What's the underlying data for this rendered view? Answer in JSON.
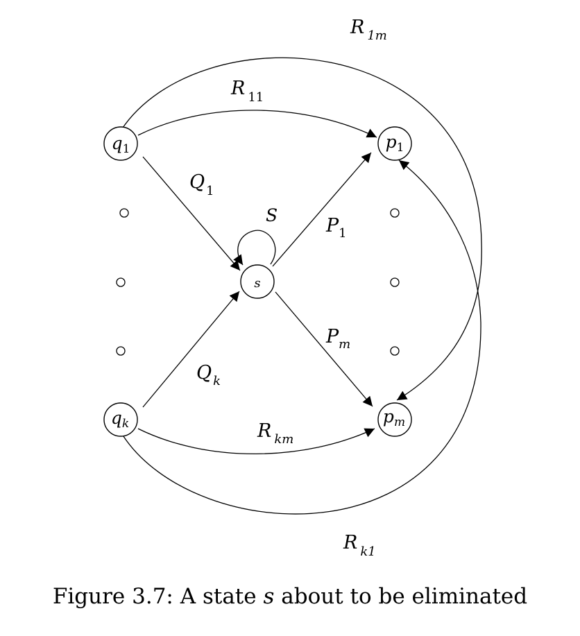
{
  "nodes": {
    "q1": {
      "base": "q",
      "sub": "1"
    },
    "qk": {
      "base": "q",
      "sub": "k"
    },
    "p1": {
      "base": "p",
      "sub": "1"
    },
    "pm": {
      "base": "p",
      "sub": "m"
    },
    "s": {
      "label": "s"
    }
  },
  "edges": {
    "R1m": {
      "base": "R",
      "sub": "1m"
    },
    "R11": {
      "base": "R",
      "sub": "11"
    },
    "Q1": {
      "base": "Q",
      "sub": "1"
    },
    "S": {
      "label": "S"
    },
    "P1": {
      "base": "P",
      "sub": "1"
    },
    "Pm": {
      "base": "P",
      "sub": "m"
    },
    "Qk": {
      "base": "Q",
      "sub": "k"
    },
    "Rkm": {
      "base": "R",
      "sub": "km"
    },
    "Rk1": {
      "base": "R",
      "sub": "k1"
    }
  },
  "caption": {
    "prefix": "Figure 3.7: A state ",
    "variable": "s",
    "suffix": " about to be eliminated"
  }
}
